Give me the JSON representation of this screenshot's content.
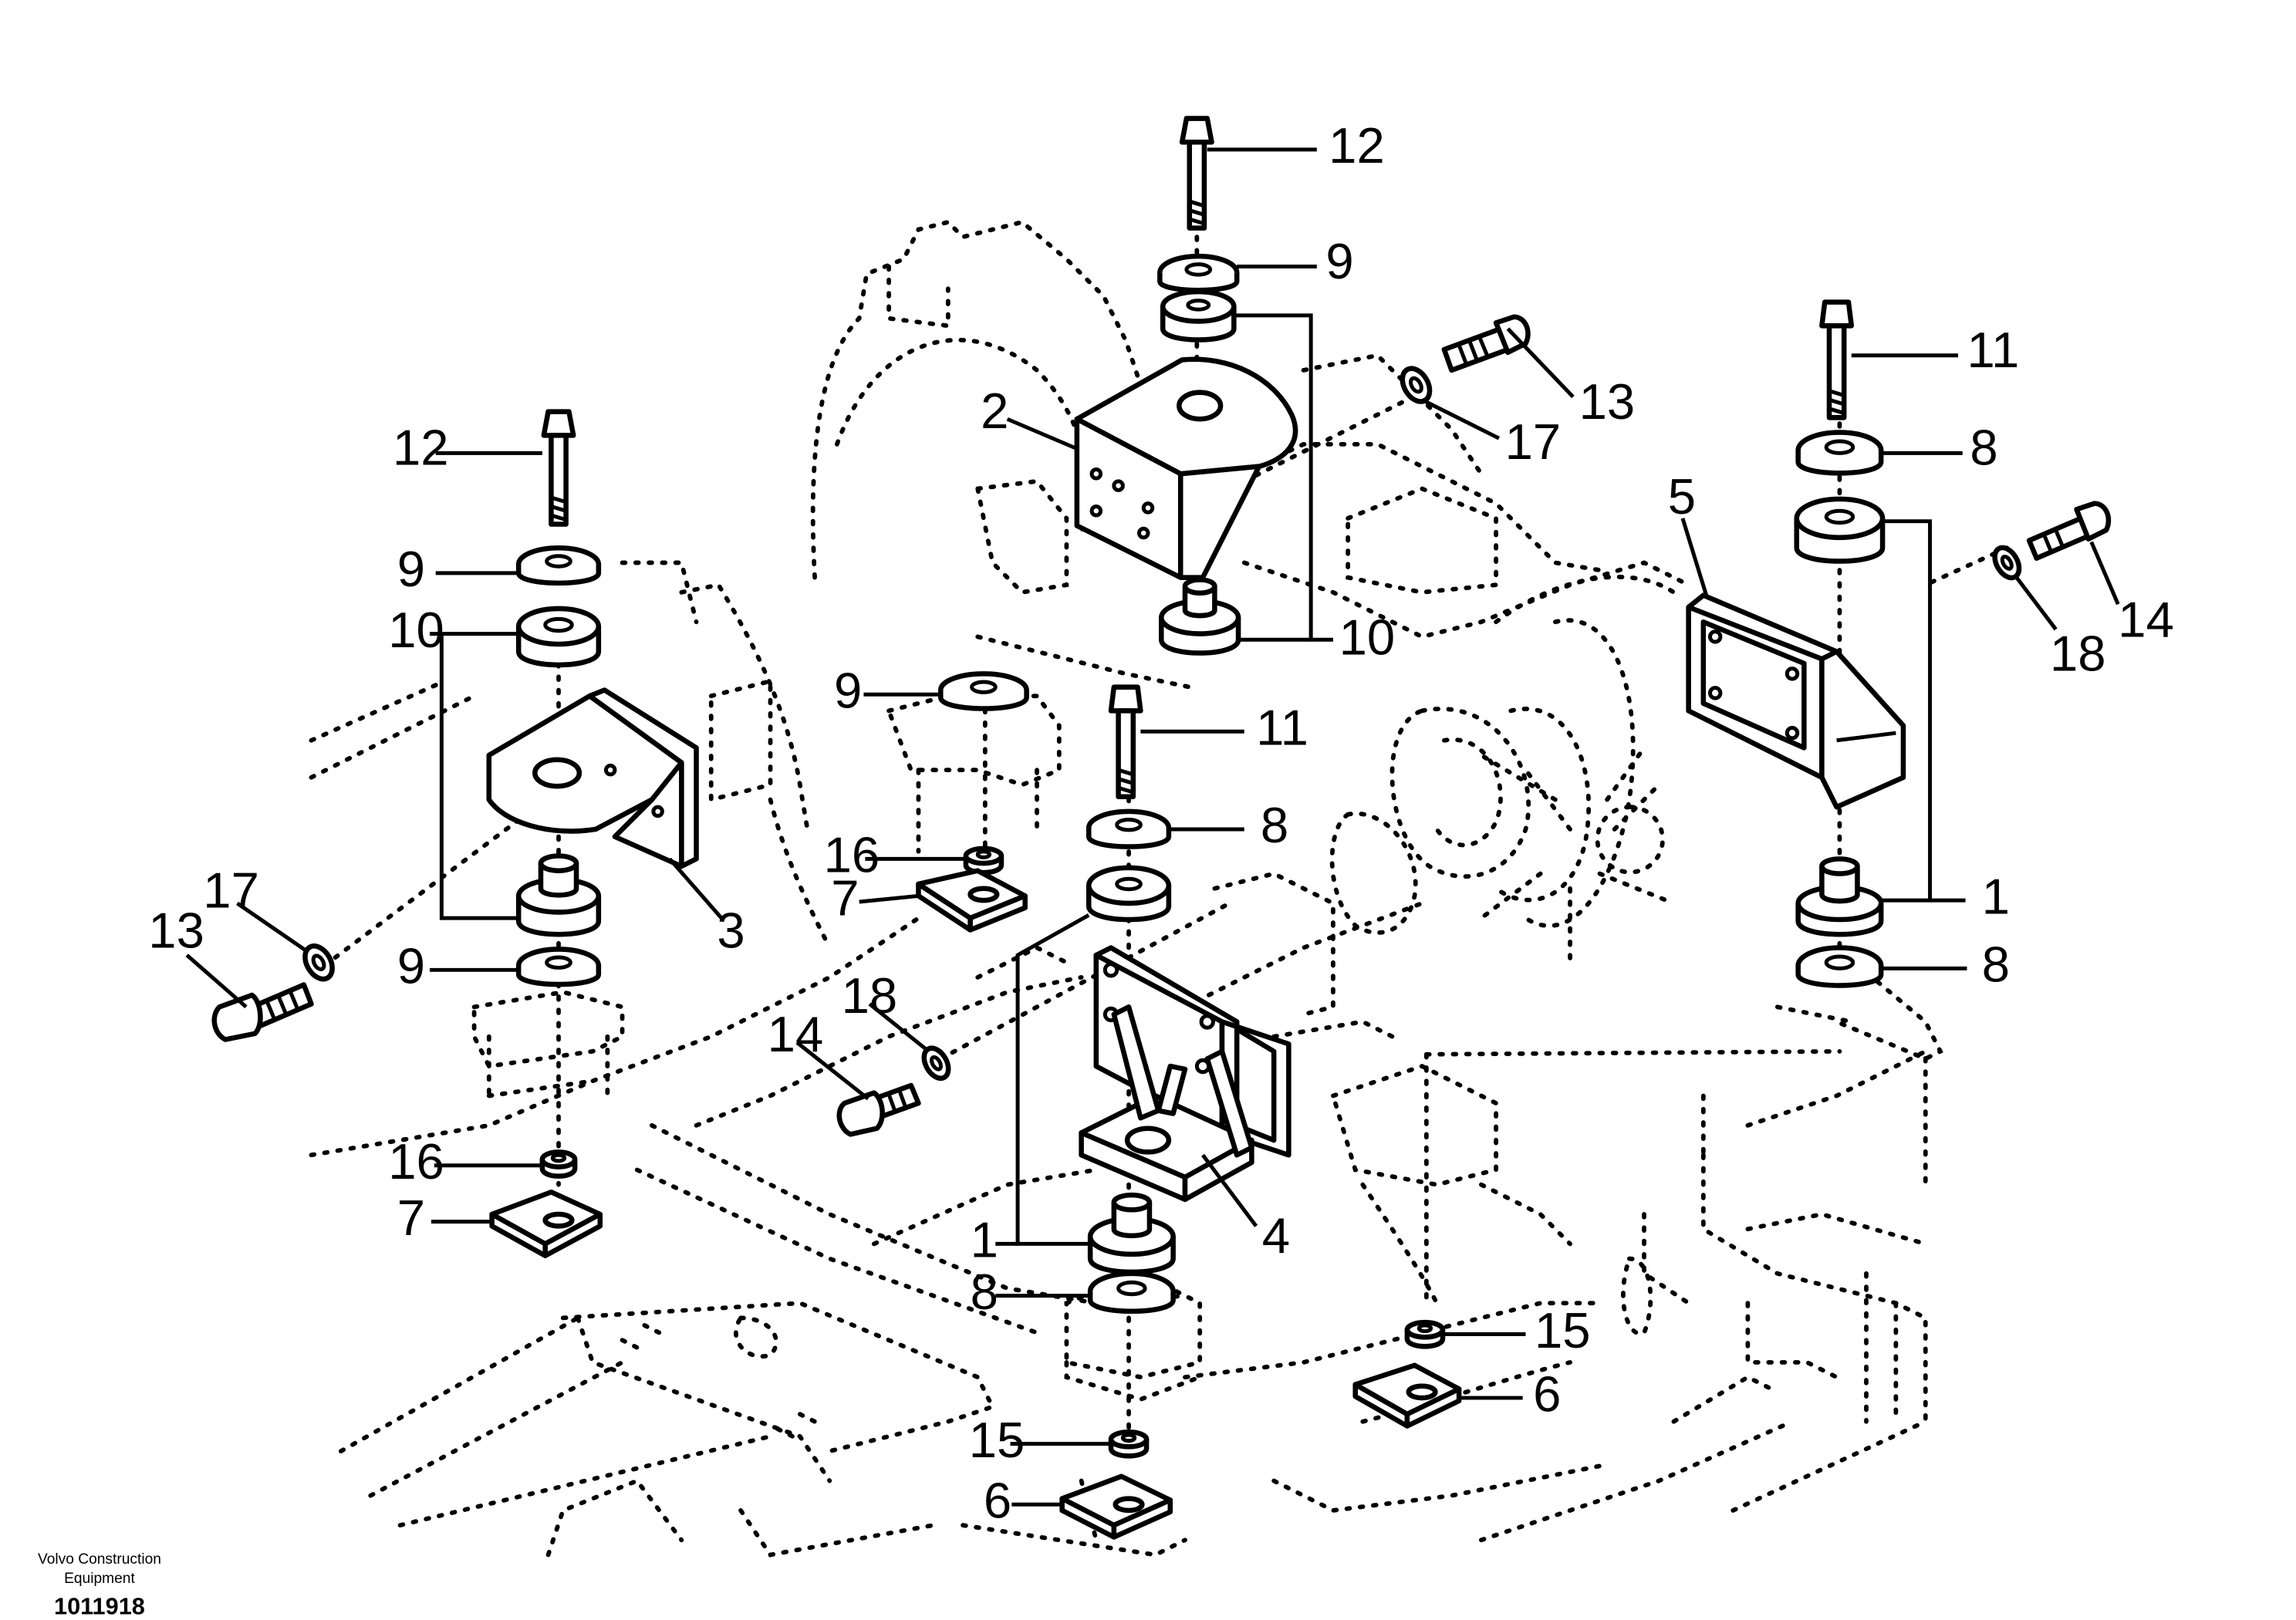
{
  "drawing": {
    "title": "",
    "brand_line1": "Volvo Construction",
    "brand_line2": "Equipment",
    "drawing_number": "1011918"
  },
  "callouts": {
    "c12_top": "12",
    "c9_top": "9",
    "c13_top": "13",
    "c17_top": "17",
    "c2": "2",
    "c10_mid": "10",
    "c11_right": "11",
    "c8_right_top": "8",
    "c5": "5",
    "c18_right": "18",
    "c14_right": "14",
    "c1_right": "1",
    "c8_right_bot": "8",
    "c12_left": "12",
    "c9_left_top": "9",
    "c10_left": "10",
    "c3": "3",
    "c17_left": "17",
    "c13_left": "13",
    "c9_left_bot": "9",
    "c16_left": "16",
    "c7_left": "7",
    "c9_center": "9",
    "c16_center": "16",
    "c7_center": "7",
    "c11_center": "11",
    "c8_center_top": "8",
    "c18_center": "18",
    "c14_center": "14",
    "c4": "4",
    "c1_center": "1",
    "c8_center_bot": "8",
    "c15_right": "15",
    "c6_right": "6",
    "c15_bottom": "15",
    "c6_bottom": "6"
  }
}
